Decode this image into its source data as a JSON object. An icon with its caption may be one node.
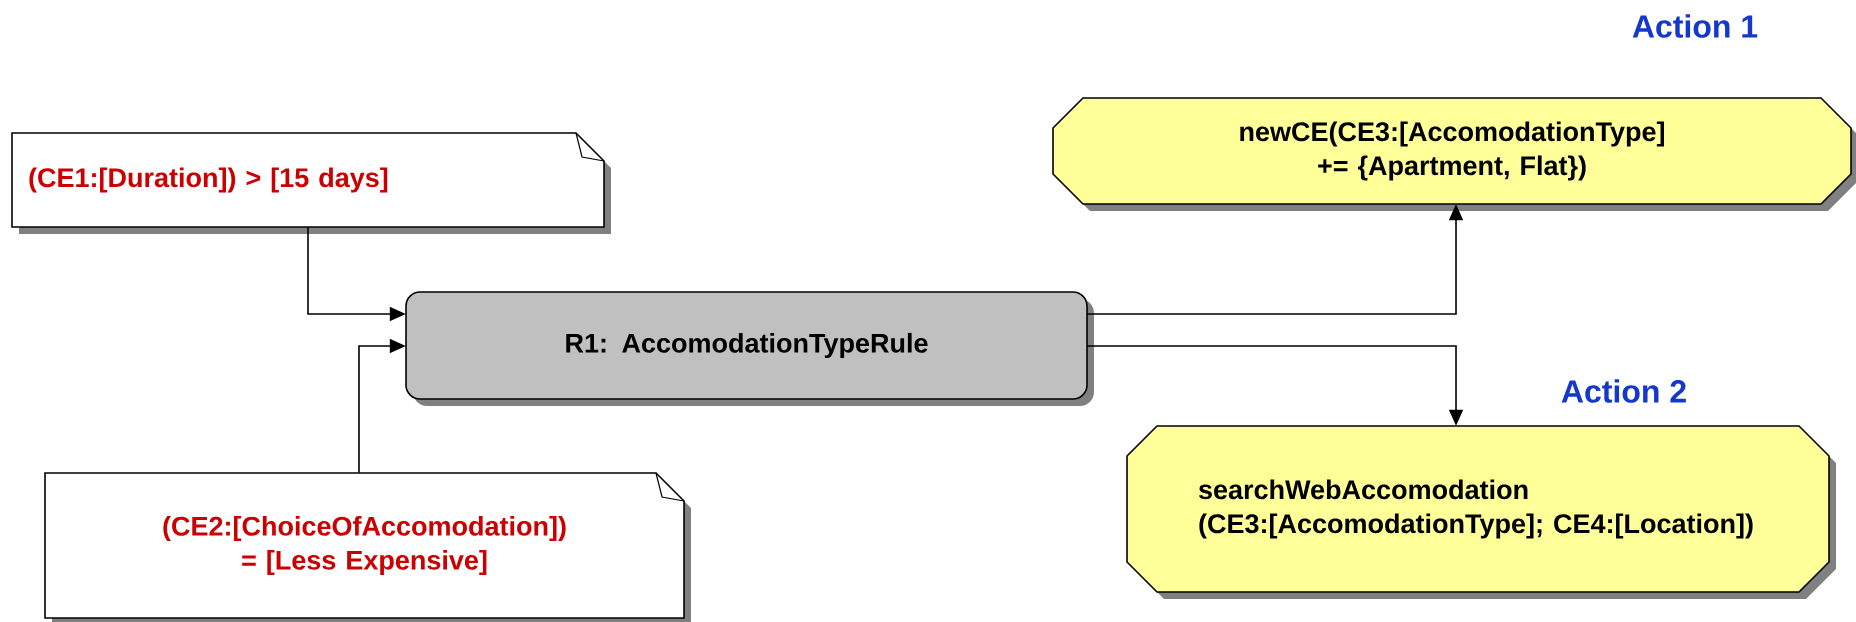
{
  "diagram": {
    "nodes": [
      {
        "text": [
          "(CE1:[Duration]) > [15 days]"
        ]
      },
      {
        "text": [
          "(CE2:[ChoiceOfAccomodation]) = [Less Expensive]"
        ]
      },
      {
        "text": [
          "R1: AccomodationTypeRule"
        ]
      },
      {
        "text": [
          "newCE(CE3:[AccomodationType] += {Apartment, Flat})"
        ],
        "beside": [
          "Action 1"
        ]
      },
      {
        "text": [
          "searchWebAccomodation (CE3:[AccomodationType]; CE4:[Location])"
        ],
        "beside": [
          "Action 2"
        ]
      }
    ],
    "edges": [
      {
        "from": 0,
        "to": 2,
        "arrow": "to"
      },
      {
        "from": 1,
        "to": 2,
        "arrow": "to"
      },
      {
        "from": 2,
        "to": 3,
        "arrow": "to"
      },
      {
        "from": 2,
        "to": 4,
        "arrow": "to"
      }
    ]
  }
}
